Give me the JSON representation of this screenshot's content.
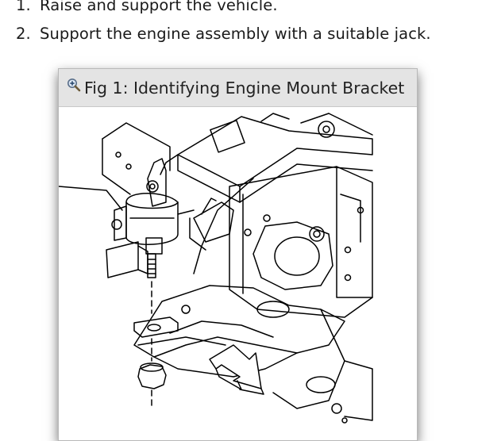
{
  "steps": [
    {
      "number": "1.",
      "text": "Raise and support the vehicle."
    },
    {
      "number": "2.",
      "text": "Support the engine assembly with a suitable jack."
    }
  ],
  "figure": {
    "icon": "magnifier-zoom-icon",
    "caption": "Fig 1: Identifying Engine Mount Bracket"
  },
  "colors": {
    "caption_bg": "#e4e4e4",
    "text": "#1a1a1a",
    "line_art": "#000000"
  }
}
